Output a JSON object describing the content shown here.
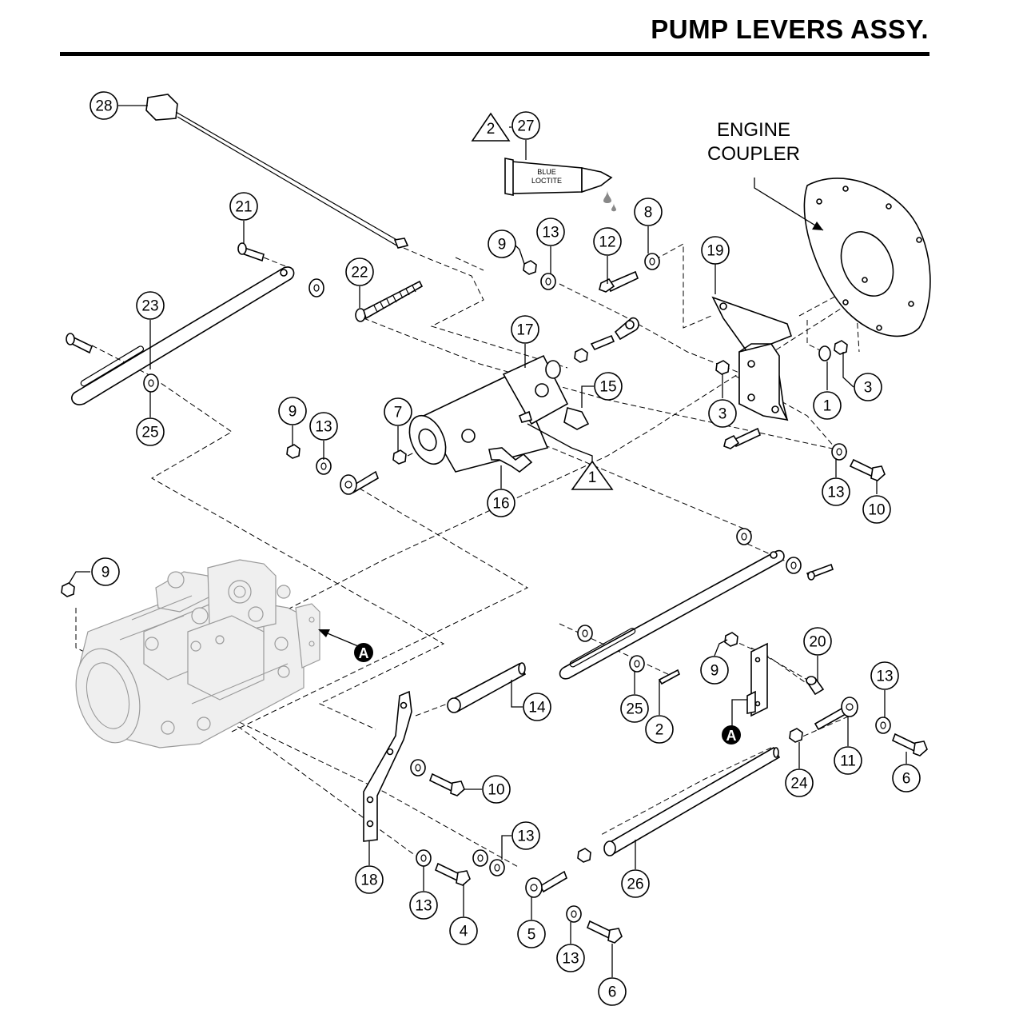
{
  "title": "PUMP LEVERS ASSY.",
  "engine_coupler_label": [
    "ENGINE",
    "COUPLER"
  ],
  "loctite_label": [
    "BLUE",
    "LOCTITE"
  ],
  "note_triangles": [
    "2",
    "1"
  ],
  "view_marker": "A",
  "callouts": [
    "28",
    "27",
    "21",
    "22",
    "23",
    "25",
    "9",
    "13",
    "12",
    "8",
    "19",
    "17",
    "15",
    "3",
    "1",
    "3",
    "7",
    "9",
    "13",
    "16",
    "13",
    "10",
    "9",
    "9",
    "20",
    "13",
    "14",
    "25",
    "2",
    "11",
    "24",
    "6",
    "10",
    "18",
    "13",
    "13",
    "4",
    "26",
    "5",
    "13",
    "6"
  ]
}
